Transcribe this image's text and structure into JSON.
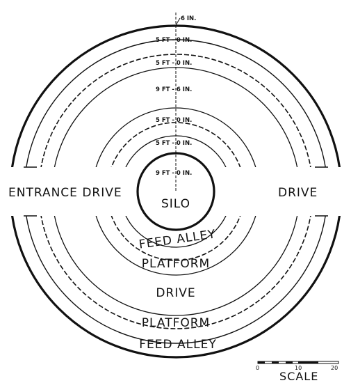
{
  "labels": {
    "entrance_drive": "ENTRANCE DRIVE",
    "right_drive": "DRIVE",
    "silo": "SILO",
    "feed_alley_inner": "FEED ALLEY",
    "platform_inner": "PLATFORM",
    "drive_center": "DRIVE",
    "platform_outer": "PLATFORM",
    "feed_alley_outer": "FEED ALLEY"
  },
  "dimensions": [
    "6 IN.",
    "5 FT - 0 IN.",
    "5 FT - 0 IN.",
    "9 FT - 6 IN.",
    "5 FT - 0 IN.",
    "5 FT - 0 IN.",
    "9 FT - 0 IN."
  ],
  "scale": {
    "title": "SCALE",
    "tick_start": "0",
    "tick_mid": "10",
    "tick_end": "20"
  }
}
